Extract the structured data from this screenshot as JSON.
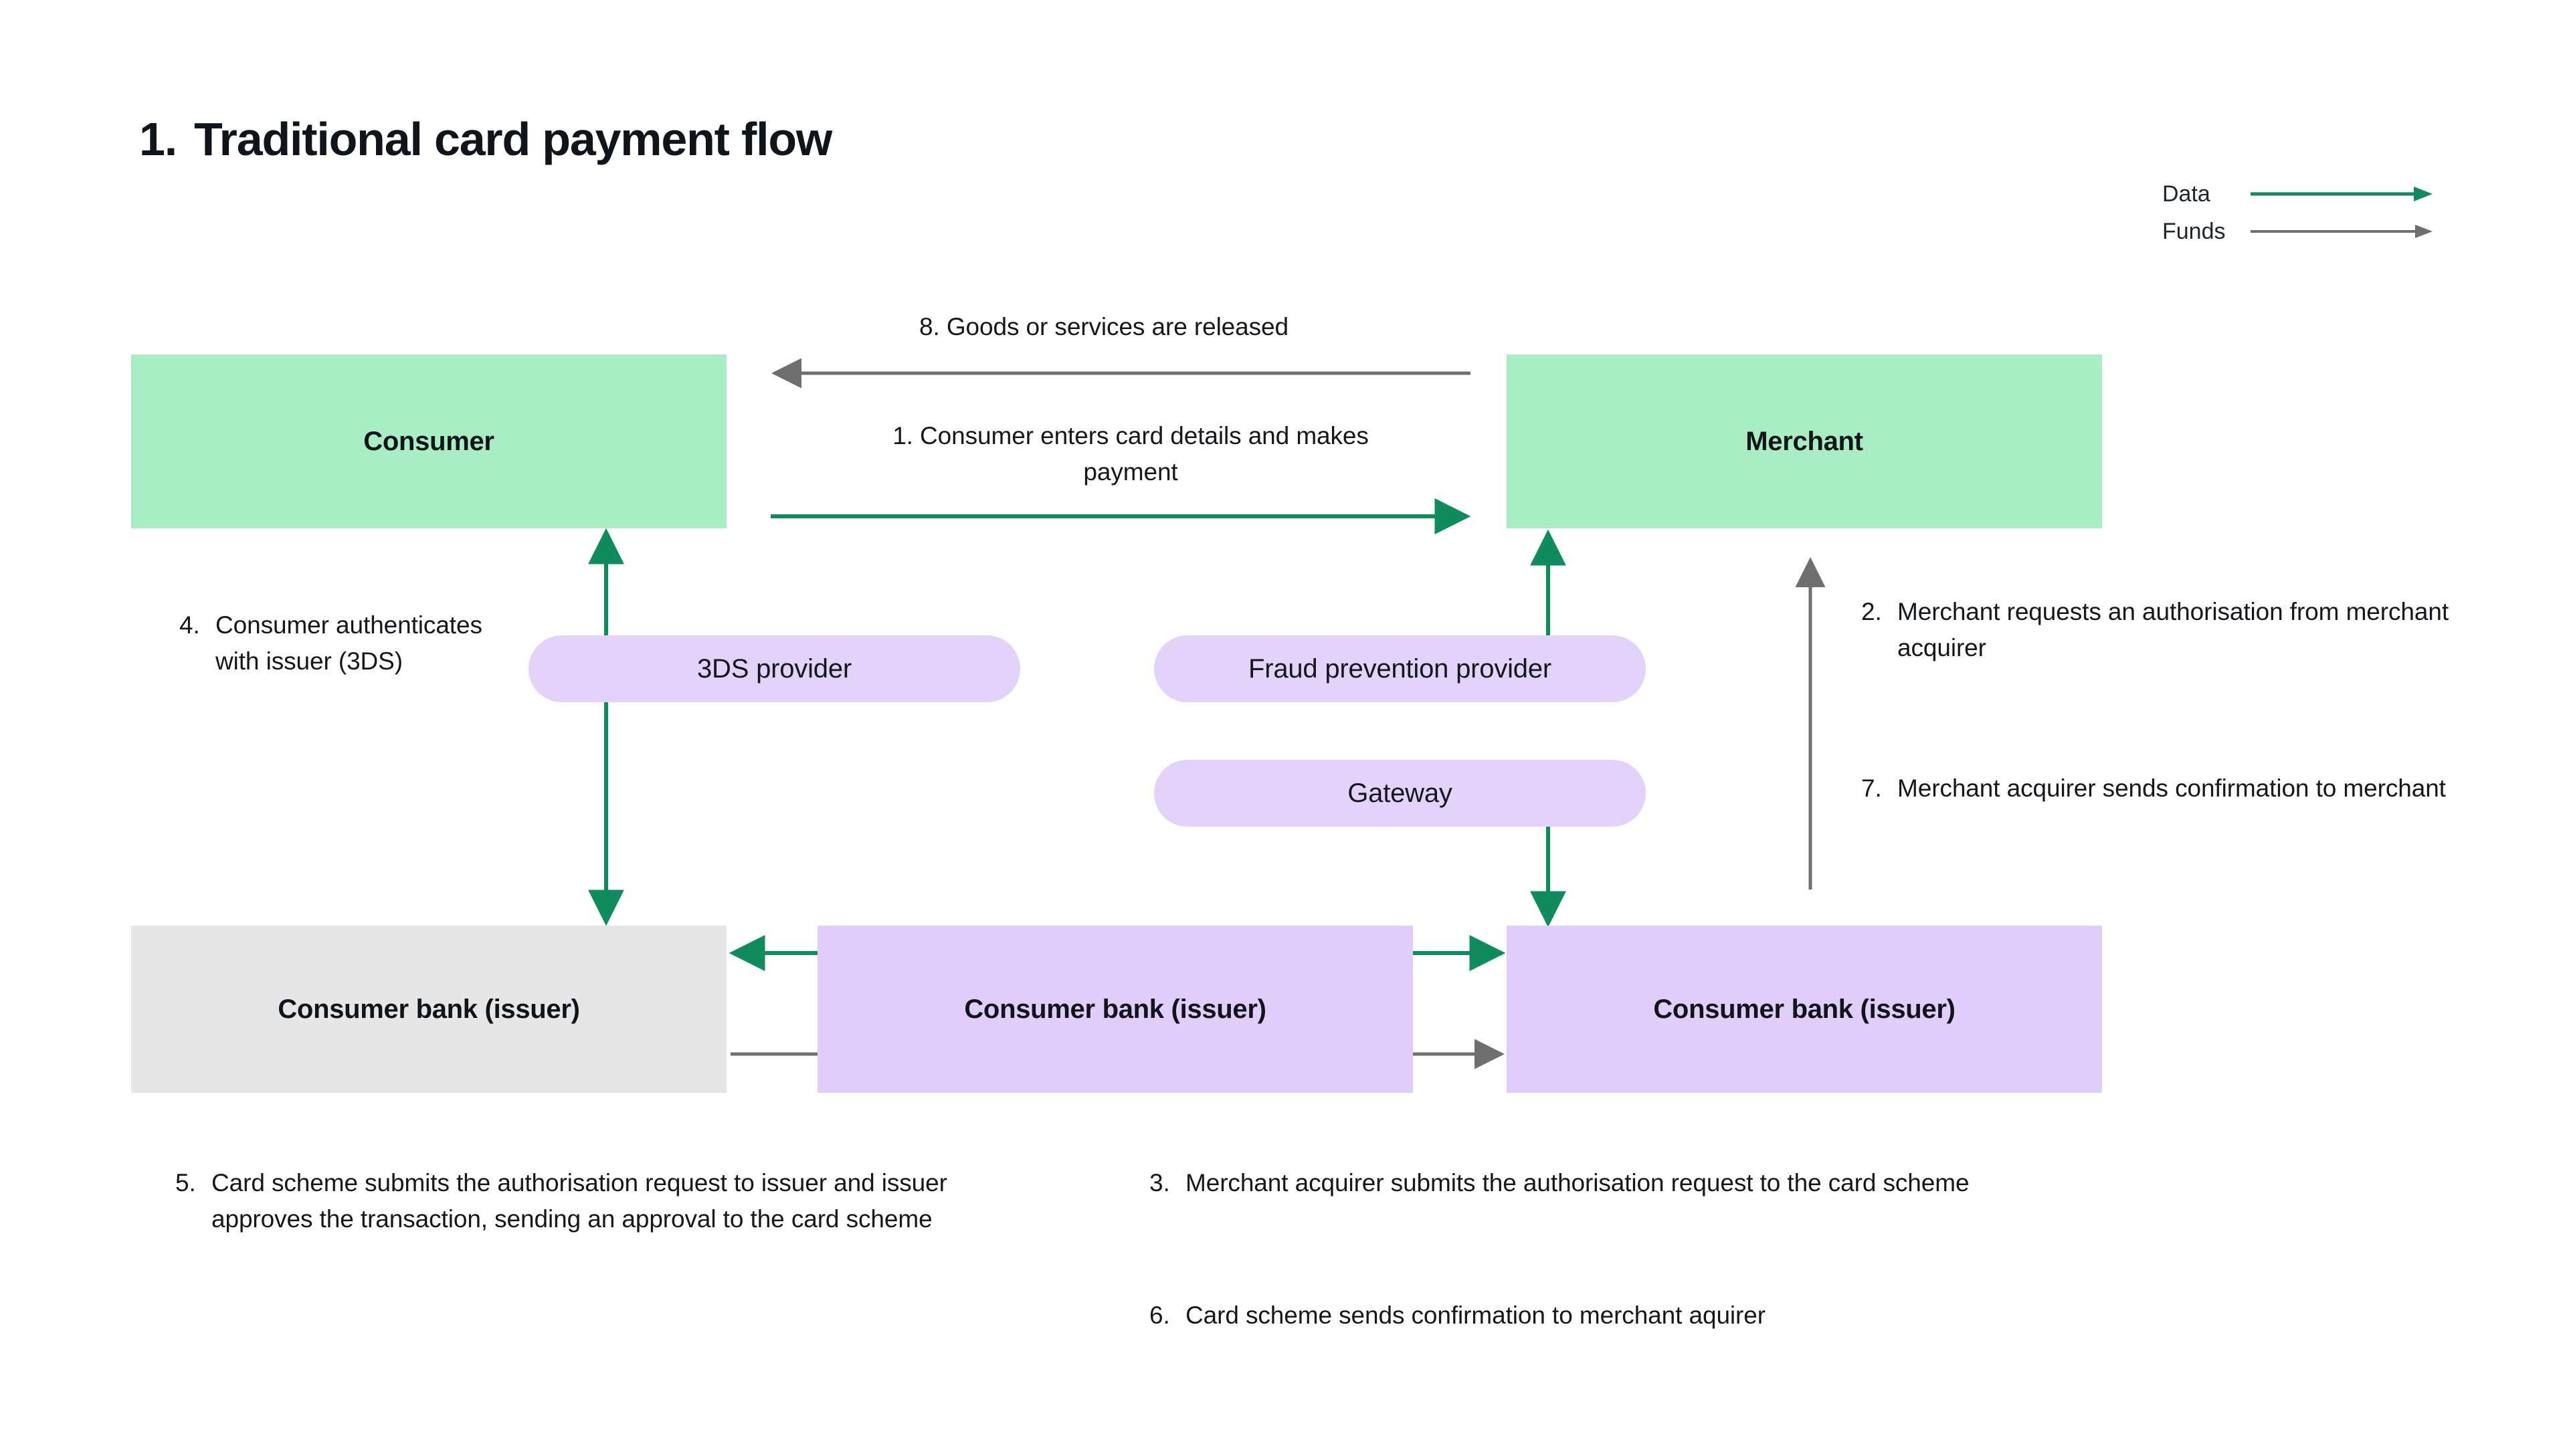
{
  "title": {
    "number": "1.",
    "text": "Traditional card payment flow"
  },
  "legend": {
    "items": [
      {
        "label": "Data",
        "color": "#0f8b5c",
        "icon": "arrow-right-icon"
      },
      {
        "label": "Funds",
        "color": "#6f6f6f",
        "icon": "arrow-right-icon"
      }
    ]
  },
  "nodes": {
    "consumer": {
      "label": "Consumer",
      "color": "#a8edc3"
    },
    "merchant": {
      "label": "Merchant",
      "color": "#a8edc3"
    },
    "bank_left": {
      "label": "Consumer bank (issuer)",
      "color": "#e6e6e6"
    },
    "bank_mid": {
      "label": "Consumer bank (issuer)",
      "color": "#e0cdf9"
    },
    "bank_right": {
      "label": "Consumer bank (issuer)",
      "color": "#e0cdf9"
    }
  },
  "pills": {
    "three_ds": {
      "label": "3DS provider",
      "color": "#e3d2f9"
    },
    "fraud": {
      "label": "Fraud prevention provider",
      "color": "#e3d2f9"
    },
    "gateway": {
      "label": "Gateway",
      "color": "#e3d2f9"
    }
  },
  "steps": {
    "s1": {
      "number": "1.",
      "text": "Consumer enters card details and makes payment",
      "line": "Data"
    },
    "s2": {
      "number": "2.",
      "text": "Merchant requests an authorisation from merchant acquirer",
      "line": "Funds"
    },
    "s3": {
      "number": "3.",
      "text": "Merchant acquirer submits the authorisation request to the card scheme",
      "line": "Data"
    },
    "s4": {
      "number": "4.",
      "text": "Consumer authenticates with issuer (3DS)",
      "line": "Data"
    },
    "s5": {
      "number": "5.",
      "text": "Card scheme submits the authorisation request to issuer and issuer approves the transaction, sending an approval to the card scheme",
      "line": "Data"
    },
    "s6": {
      "number": "6.",
      "text": "Card scheme sends confirmation to merchant aquirer",
      "line": "Funds"
    },
    "s7": {
      "number": "7.",
      "text": "Merchant acquirer sends confirmation to merchant",
      "line": "Funds"
    },
    "s8": {
      "number": "8.",
      "text": "Goods or services are released",
      "line": "Funds"
    }
  },
  "colors": {
    "data_green": "#0f8b5c",
    "funds_grey": "#6f6f6f",
    "node_green": "#a8edc3",
    "node_purple": "#e0cdf9",
    "node_grey": "#e6e6e6",
    "pill_purple": "#e3d2f9",
    "text": "#14181e",
    "background": "#ffffff"
  }
}
